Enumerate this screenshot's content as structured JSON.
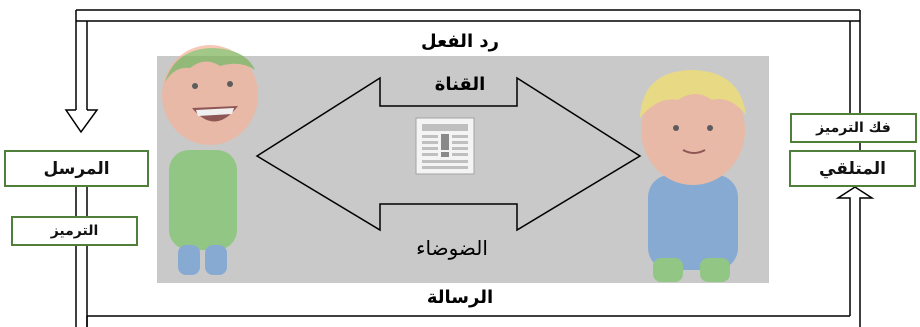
{
  "labels": {
    "feedback": "رد الفعل",
    "channel": "القناة",
    "noise": "الضوضاء",
    "message": "الرسالة",
    "sender": "المرسل",
    "encoding": "الترميز",
    "decoding": "فك الترميز",
    "receiver": "المتلقي"
  },
  "colors": {
    "panel_bg": "#c9c9c9",
    "box_border": "#4f7f3a",
    "frame_line": "#000000",
    "sender_shirt": "#7cc66a",
    "receiver_shirt": "#6f9fd8",
    "receiver_hair": "#f5e06b",
    "sender_hair": "#7fb35a",
    "skin": "#f4b49a"
  },
  "icons": [
    "sender-character",
    "receiver-character",
    "document-alert-icon",
    "double-headed-arrow",
    "down-arrow",
    "up-arrow"
  ]
}
